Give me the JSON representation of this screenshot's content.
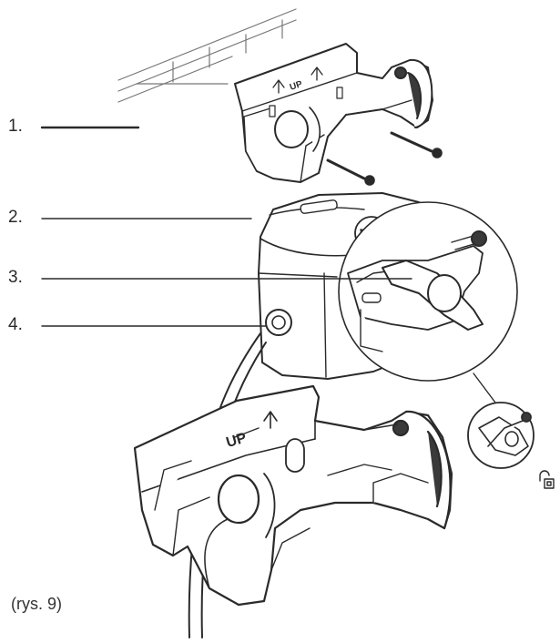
{
  "callouts": [
    {
      "label": "1."
    },
    {
      "label": "2."
    },
    {
      "label": "3."
    },
    {
      "label": "4."
    }
  ],
  "caption": "(rys. 9)",
  "top_bracket_text": {
    "up": "UP"
  },
  "bottom_bracket_text": {
    "up": "UP"
  },
  "colors": {
    "line": "#2a2a2a",
    "fill": "#ffffff",
    "shade": "#3a3a3a",
    "light": "#8a8a8a"
  },
  "icons": [
    "lock-icon",
    "arrow-up-icon"
  ]
}
